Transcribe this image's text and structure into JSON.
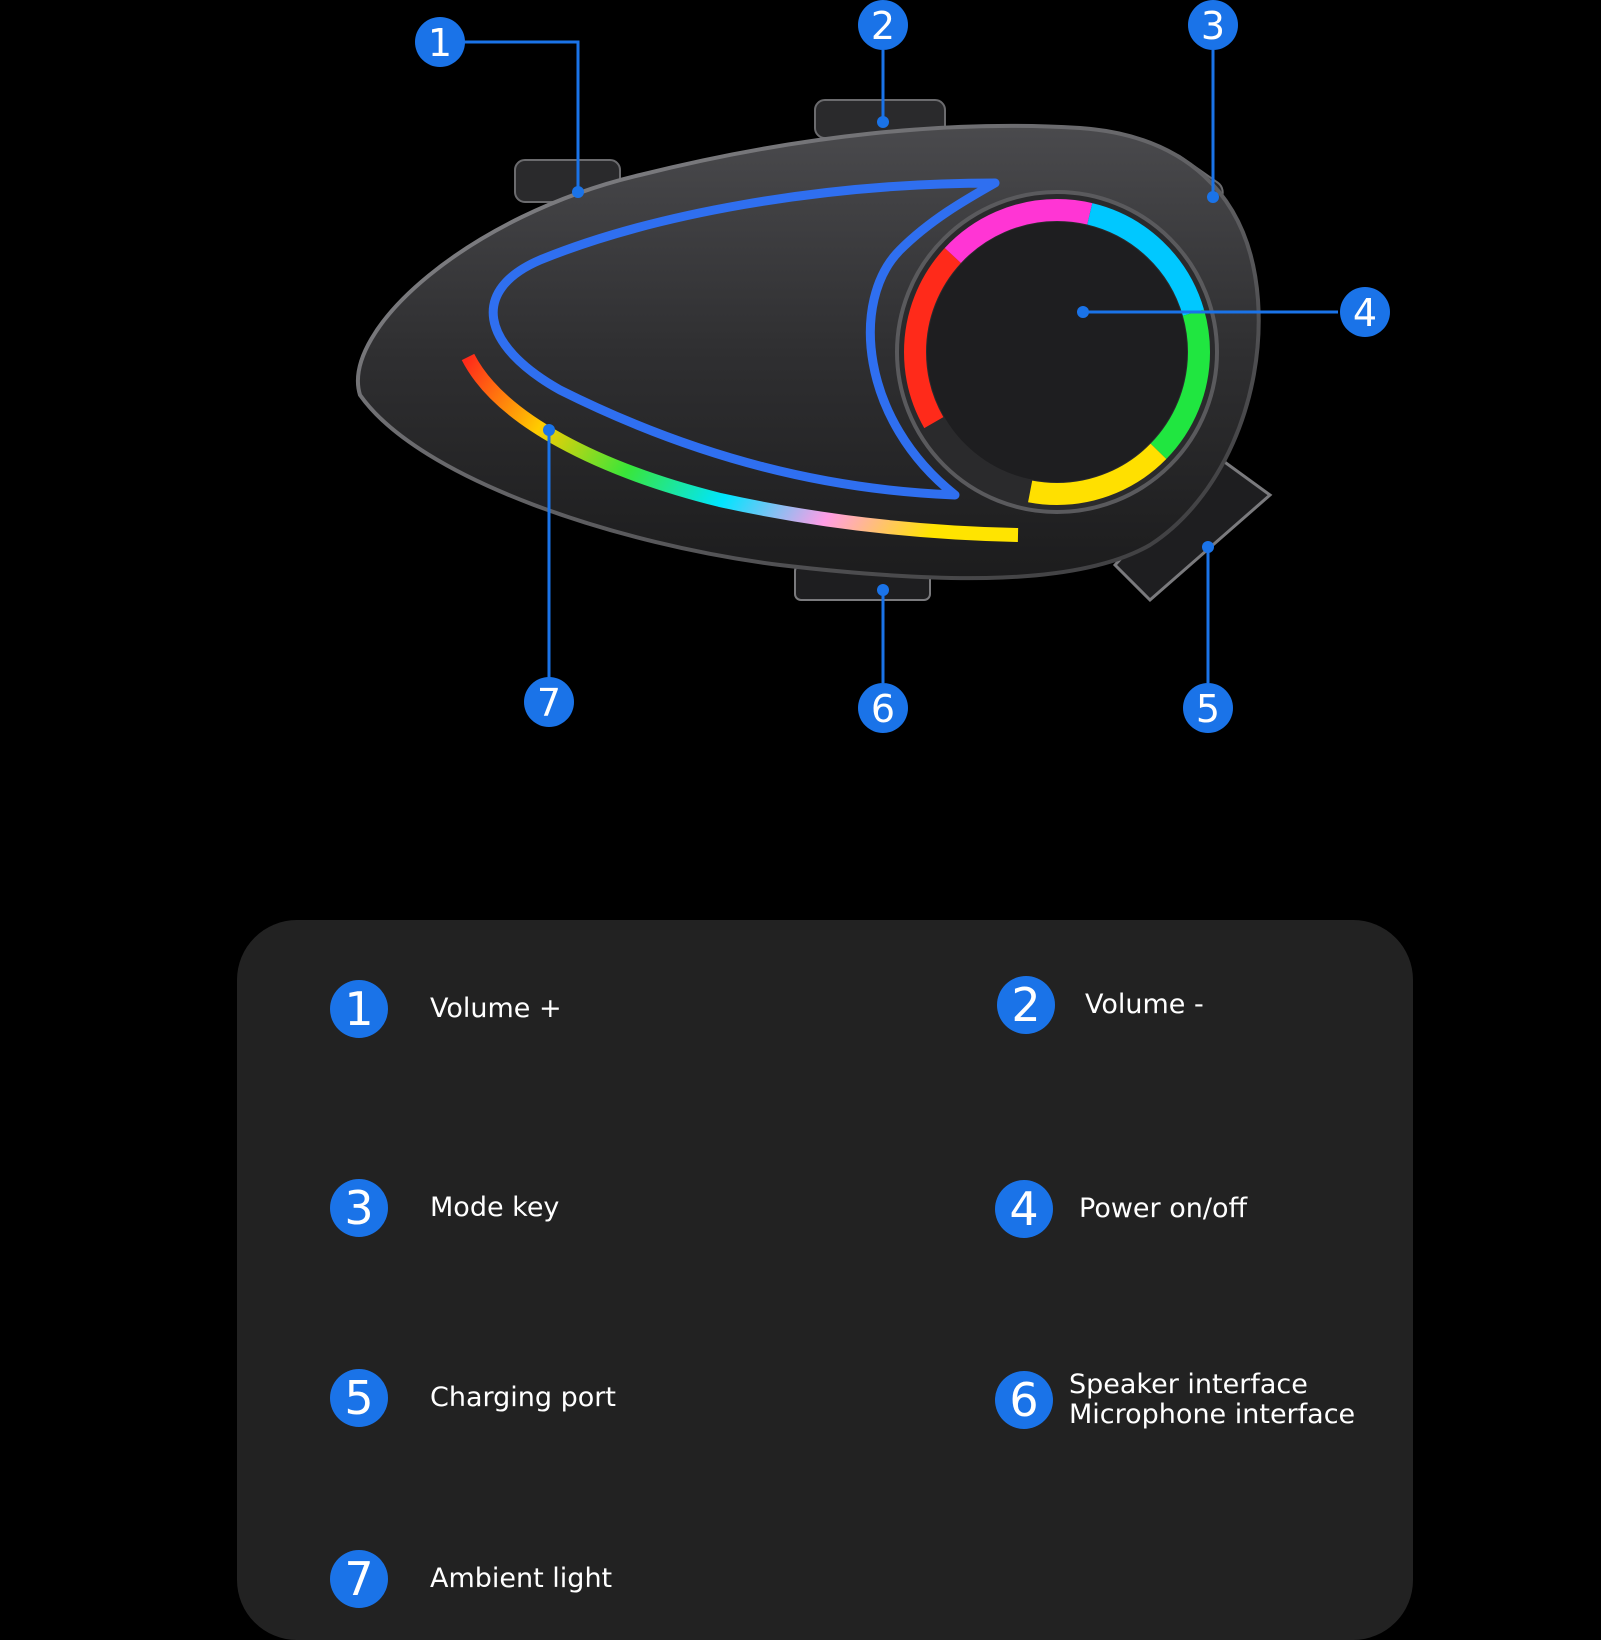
{
  "callouts": [
    {
      "number": "1",
      "label": "Volume +"
    },
    {
      "number": "2",
      "label": "Volume -"
    },
    {
      "number": "3",
      "label": "Mode key"
    },
    {
      "number": "4",
      "label": "Power on/off"
    },
    {
      "number": "5",
      "label": "Charging port"
    },
    {
      "number": "6",
      "label": "Speaker interface\nMicrophone interface"
    },
    {
      "number": "7",
      "label": "Ambient light"
    }
  ],
  "colors": {
    "background": "#000000",
    "panel": "#222222",
    "accent_blue": "#1a73e8",
    "device_body": "#3a3a3c",
    "text": "#ffffff"
  }
}
